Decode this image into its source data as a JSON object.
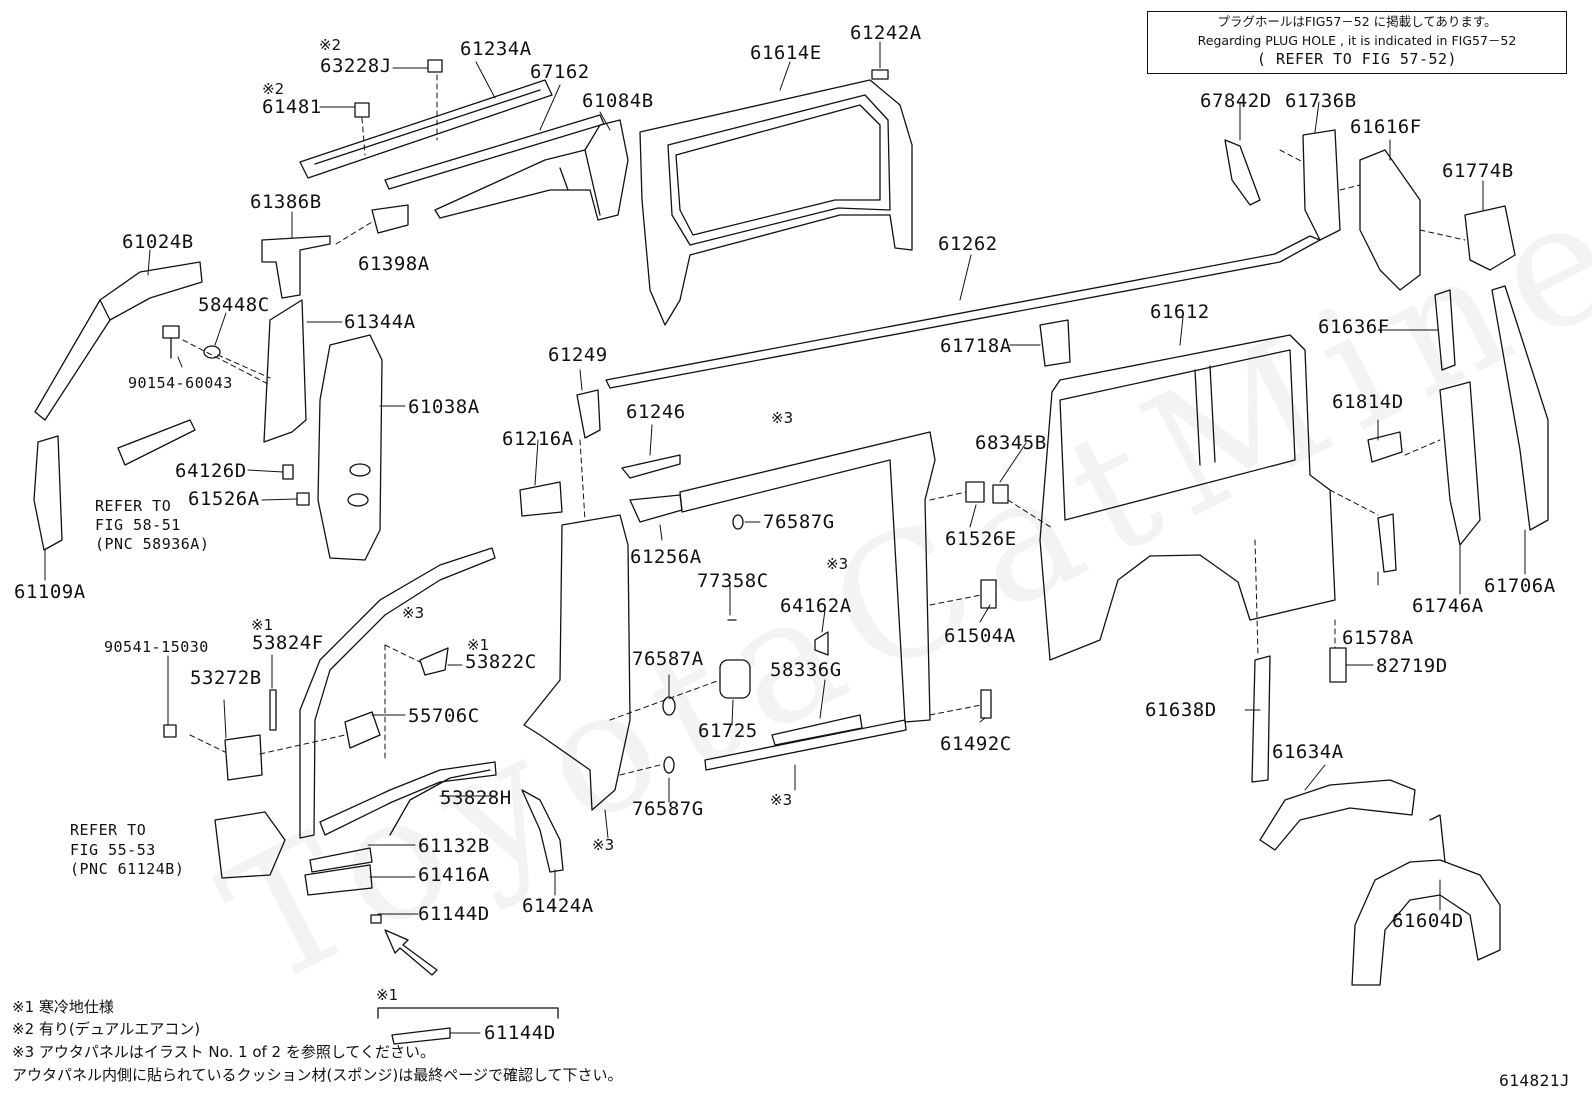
{
  "watermark": "ToyotaCatMine.ru",
  "figure_id": "614821J",
  "reference_box": {
    "line1": "プラグホールはFIG57－52 に掲載してあります。",
    "line2": "Regarding PLUG HOLE , it is indicated in FIG57－52",
    "line3": "( REFER TO FIG 57-52)"
  },
  "parts": {
    "p63228J": "63228J",
    "p61234A": "61234A",
    "p67162": "67162",
    "p61084B": "61084B",
    "p61614E": "61614E",
    "p61242A": "61242A",
    "p61481": "61481",
    "p61386B": "61386B",
    "p61398A": "61398A",
    "p61024B": "61024B",
    "p58448C": "58448C",
    "p61344A": "61344A",
    "p90154": "90154-60043",
    "p61038A": "61038A",
    "p64126D": "64126D",
    "p61526A": "61526A",
    "p61109A": "61109A",
    "p61262": "61262",
    "p67842D": "67842D",
    "p61736B": "61736B",
    "p61616F": "61616F",
    "p61774B": "61774B",
    "p61612": "61612",
    "p61718A": "61718A",
    "p61636F": "61636F",
    "p61249": "61249",
    "p61246": "61246",
    "p61216A": "61216A",
    "p68345B": "68345B",
    "p61814D": "61814D",
    "p76587G_top": "76587G",
    "p61256A": "61256A",
    "p61526E": "61526E",
    "p77358C": "77358C",
    "p64162A": "64162A",
    "p61504A": "61504A",
    "p90541": "90541-15030",
    "p53824F": "53824F",
    "p53822C": "53822C",
    "p53272B": "53272B",
    "p55706C": "55706C",
    "p76587A": "76587A",
    "p58336G": "58336G",
    "p61725": "61725",
    "p61492C": "61492C",
    "p53828H": "53828H",
    "p76587G_bot": "76587G",
    "p61132B": "61132B",
    "p61416A": "61416A",
    "p61144D_a": "61144D",
    "p61424A": "61424A",
    "p61144D_b": "61144D",
    "p61578A": "61578A",
    "p82719D": "82719D",
    "p61746A": "61746A",
    "p61706A": "61706A",
    "p61638D": "61638D",
    "p61634A": "61634A",
    "p61604D": "61604D"
  },
  "refers": {
    "r1_line1": "REFER TO",
    "r1_line2": "FIG 58-51",
    "r1_line3": "(PNC 58936A)",
    "r2_line1": "REFER TO",
    "r2_line2": "FIG 55-53",
    "r2_line3": "(PNC 61124B)"
  },
  "marks": {
    "m2": "※2",
    "m1": "※1",
    "m3": "※3"
  },
  "notes": {
    "n1": "※1 寒冷地仕様",
    "n2": "※2 有り(デュアルエアコン)",
    "n3": "※3 アウタパネルはイラスト No. 1 of 2 を参照してください。",
    "n4": "アウタパネル内側に貼られているクッション材(スポンジ)は最終ページで確認して下さい。"
  },
  "colors": {
    "ink": "#111111",
    "paper": "#ffffff"
  }
}
